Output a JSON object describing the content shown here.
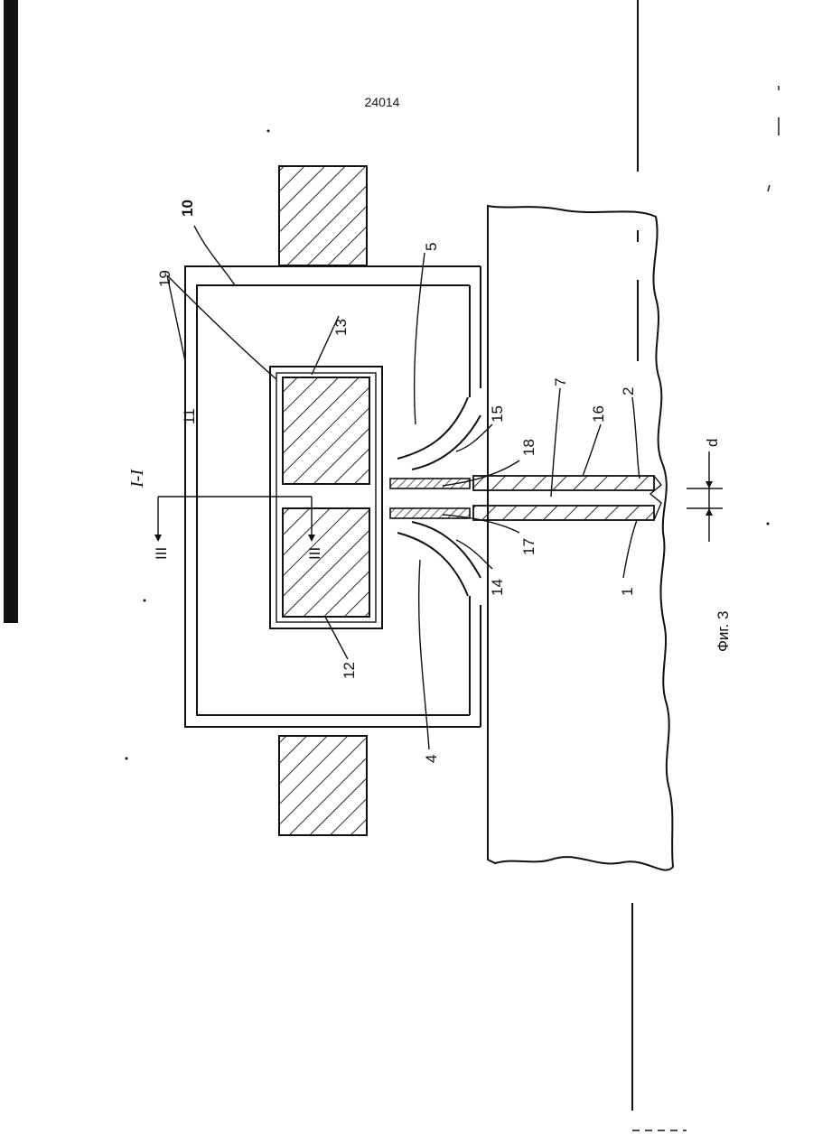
{
  "page": {
    "number": "24014"
  },
  "figure": {
    "caption": "Фиг. 3",
    "section_label": "I-I",
    "section_marker": "III",
    "dimension_label": "d",
    "labels": {
      "l1": "1",
      "l2": "2",
      "l4": "4",
      "l5": "5",
      "l7": "7",
      "l10": "10",
      "l11": "11",
      "l12": "12",
      "l13": "13",
      "l14": "14",
      "l15": "15",
      "l16": "16",
      "l17": "17",
      "l18": "18",
      "l19": "19"
    }
  }
}
